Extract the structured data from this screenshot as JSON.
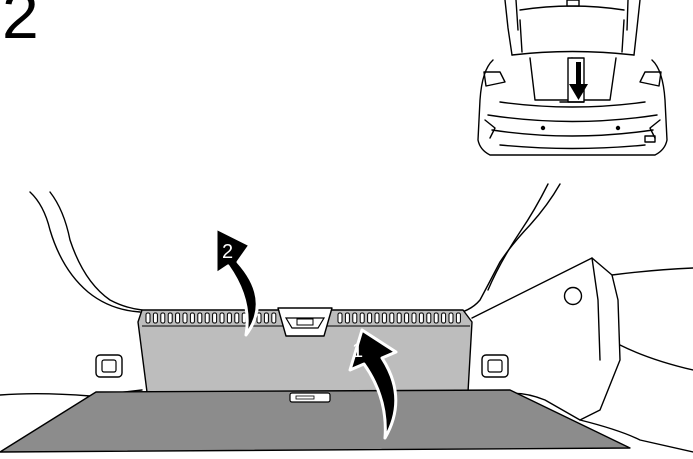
{
  "step": {
    "number": "2"
  },
  "arrows": [
    {
      "label": "1",
      "meaning": "lift-cover-edge"
    },
    {
      "label": "2",
      "meaning": "pull-cover-out"
    }
  ],
  "colors": {
    "line": "#000000",
    "cover_fill": "#bdbdbd",
    "floor_fill": "#8c8c8c",
    "background": "#ffffff"
  }
}
